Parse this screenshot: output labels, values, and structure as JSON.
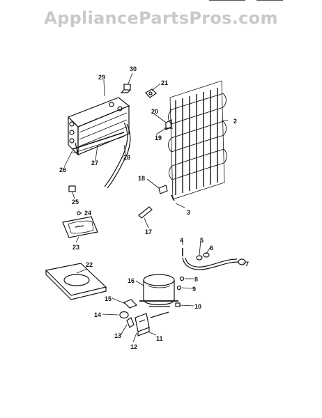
{
  "watermark": "AppliancePartsPros.com",
  "callouts": {
    "c2": "2",
    "c3": "3",
    "c4": "4",
    "c5": "5",
    "c6": "6",
    "c7": "7",
    "c8": "8",
    "c9": "9",
    "c10": "10",
    "c11": "11",
    "c12": "12",
    "c13": "13",
    "c14": "14",
    "c15": "15",
    "c16": "16",
    "c17": "17",
    "c18": "18",
    "c19": "19",
    "c20": "20",
    "c21": "21",
    "c22": "22",
    "c23": "23",
    "c24": "24",
    "c25": "25",
    "c26": "26",
    "c27": "27",
    "c28": "28",
    "c29": "29",
    "c30": "30"
  }
}
